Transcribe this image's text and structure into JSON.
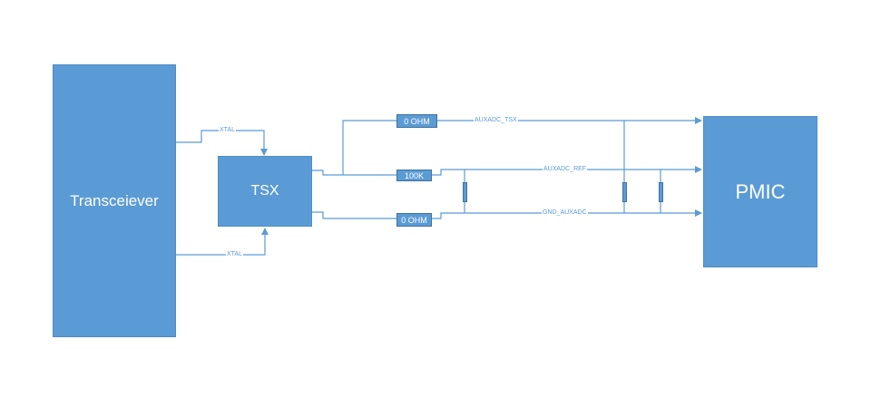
{
  "blocks": {
    "transceiver": "Transceiever",
    "tsx": "TSX",
    "pmic": "PMIC"
  },
  "resistors": {
    "r_tsx": "0 OHM",
    "r_ref": "100K",
    "r_gnd": "0 OHM"
  },
  "signals": {
    "xtal_top": "XTAL",
    "xtal_bottom": "XTAL",
    "auxadc_tsx": "AUXADC_TSX",
    "auxadc_ref": "AUXADC_REF",
    "gnd_auxadc": "GND_AUXADC"
  },
  "colors": {
    "block_fill": "#5b9bd5",
    "wire": "#5b9bd5"
  }
}
